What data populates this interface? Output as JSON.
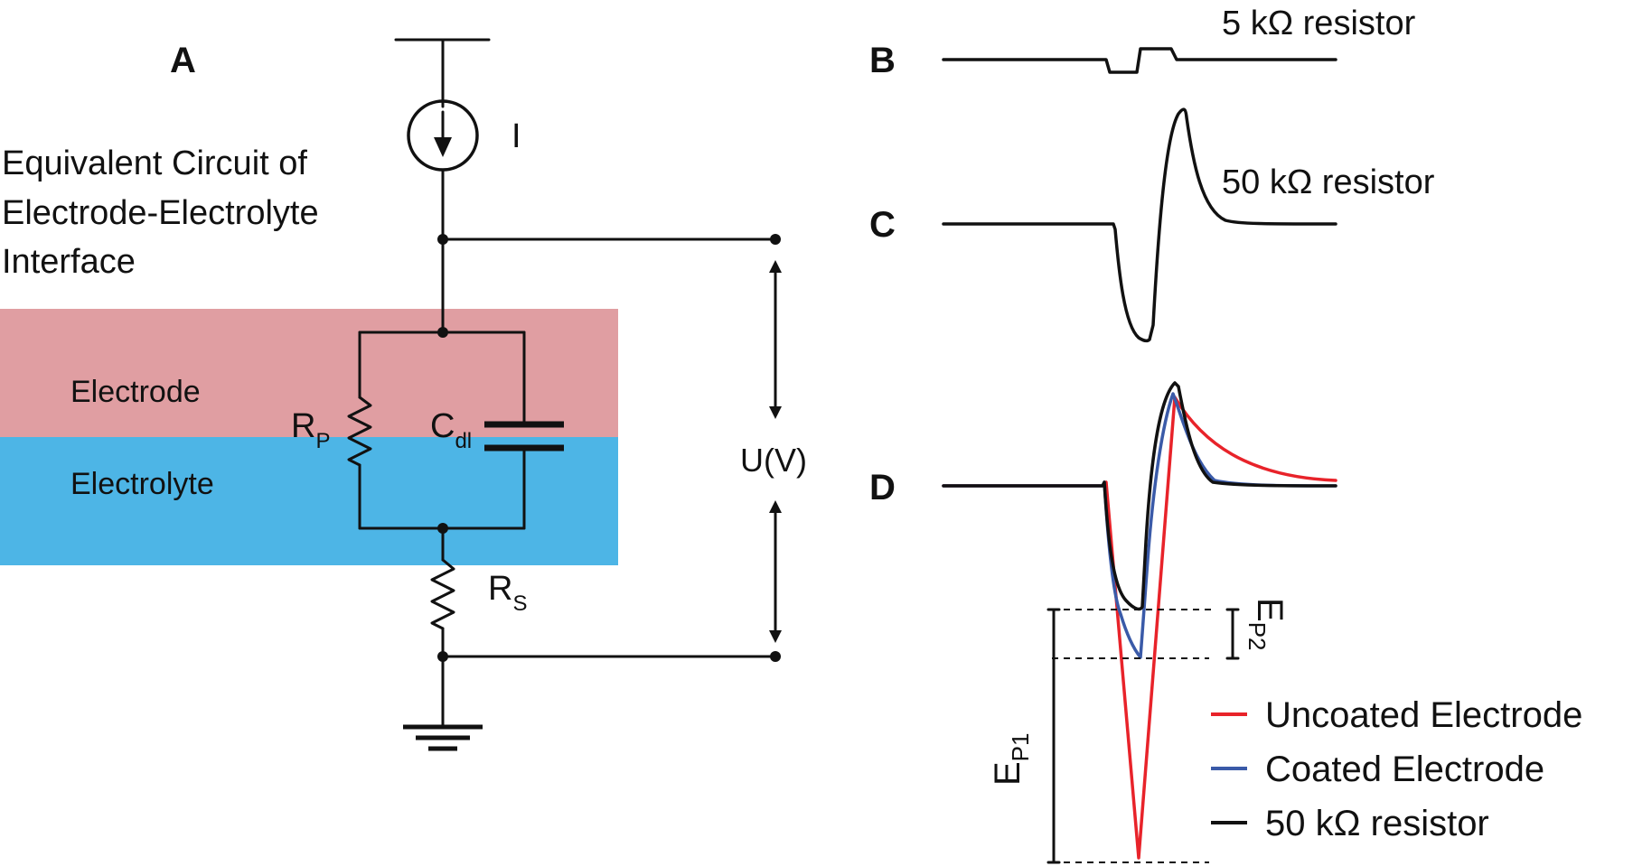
{
  "panels": {
    "a": "A",
    "b": "B",
    "c": "C",
    "d": "D"
  },
  "circuit": {
    "title_lines": [
      "Equivalent Circuit of",
      "Electrode-Electrolyte",
      "Interface"
    ],
    "current_label": "I",
    "electrode_label": "Electrode",
    "electrolyte_label": "Electrolyte",
    "rp_main": "R",
    "rp_sub": "P",
    "cdl_main": "C",
    "cdl_sub": "dl",
    "rs_main": "R",
    "rs_sub": "S",
    "voltage_label": "U(V)",
    "electrode_color": "#e09ea2",
    "electrolyte_color": "#4db5e6"
  },
  "traces": {
    "b_label": "5 kΩ resistor",
    "c_label": "50 kΩ resistor",
    "ep1_main": "E",
    "ep1_sub": "P1",
    "ep2_main": "E",
    "ep2_sub": "P2"
  },
  "legend": [
    {
      "label": "Uncoated Electrode",
      "color": "#e8232a"
    },
    {
      "label": "Coated Electrode",
      "color": "#3a5aa8"
    },
    {
      "label": "50 kΩ resistor",
      "color": "#111111"
    }
  ]
}
